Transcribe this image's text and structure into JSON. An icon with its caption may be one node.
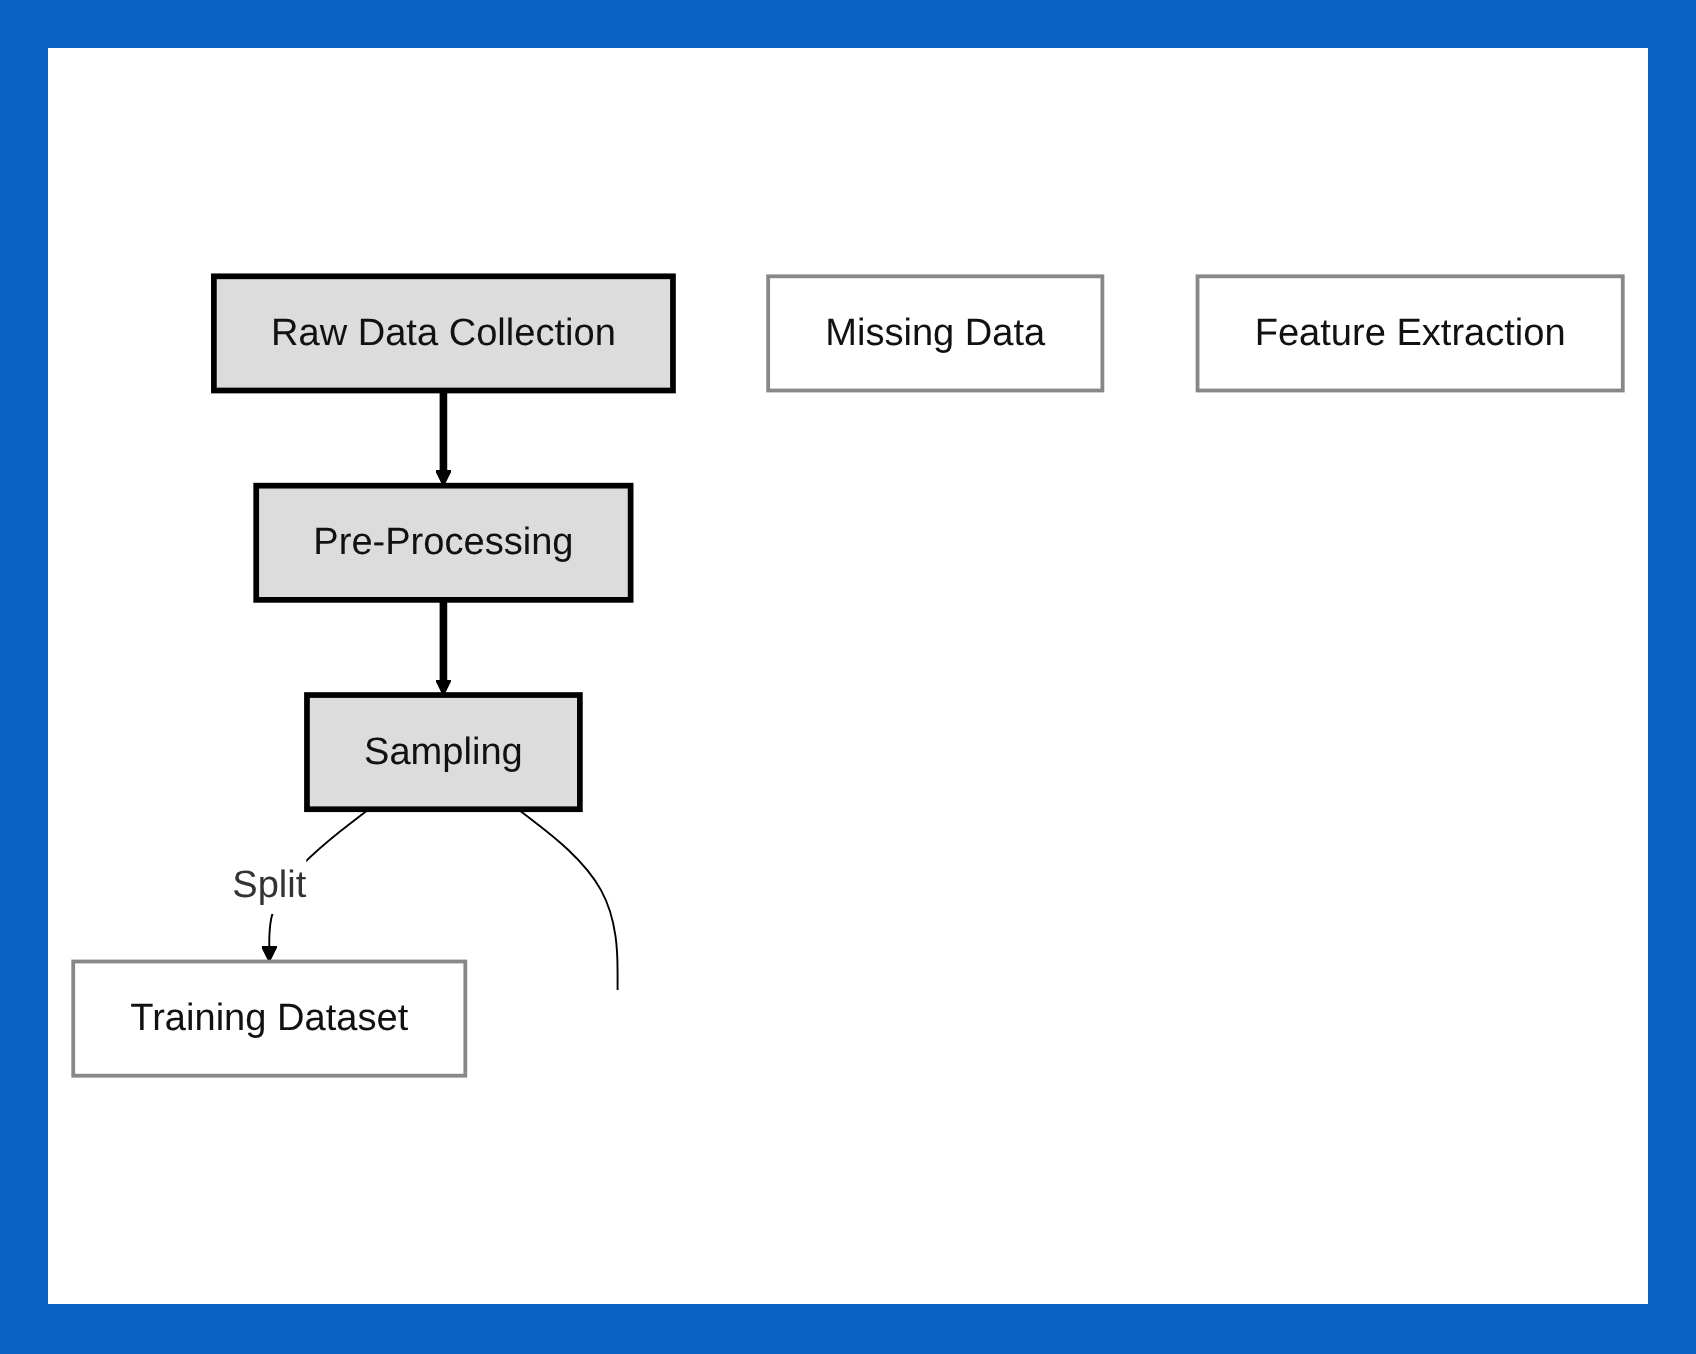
{
  "diagram": {
    "nodes": [
      {
        "text": [
          "Raw Data Collection"
        ]
      },
      {
        "text": [
          "Missing Data"
        ]
      },
      {
        "text": [
          "Feature Extraction"
        ]
      },
      {
        "text": [
          "Pre-Processing"
        ]
      },
      {
        "text": [
          "Sampling"
        ]
      },
      {
        "text": [
          "Training Dataset"
        ]
      }
    ],
    "edges": [
      {
        "from": 0,
        "to": 3,
        "arrow": "to",
        "style": "thick"
      },
      {
        "from": 3,
        "to": 4,
        "arrow": "to",
        "style": "thick"
      },
      {
        "from": 4,
        "to": 5,
        "arrow": "to",
        "label": "Split"
      },
      {
        "from": 4,
        "to": null,
        "arrow": "none"
      }
    ]
  }
}
